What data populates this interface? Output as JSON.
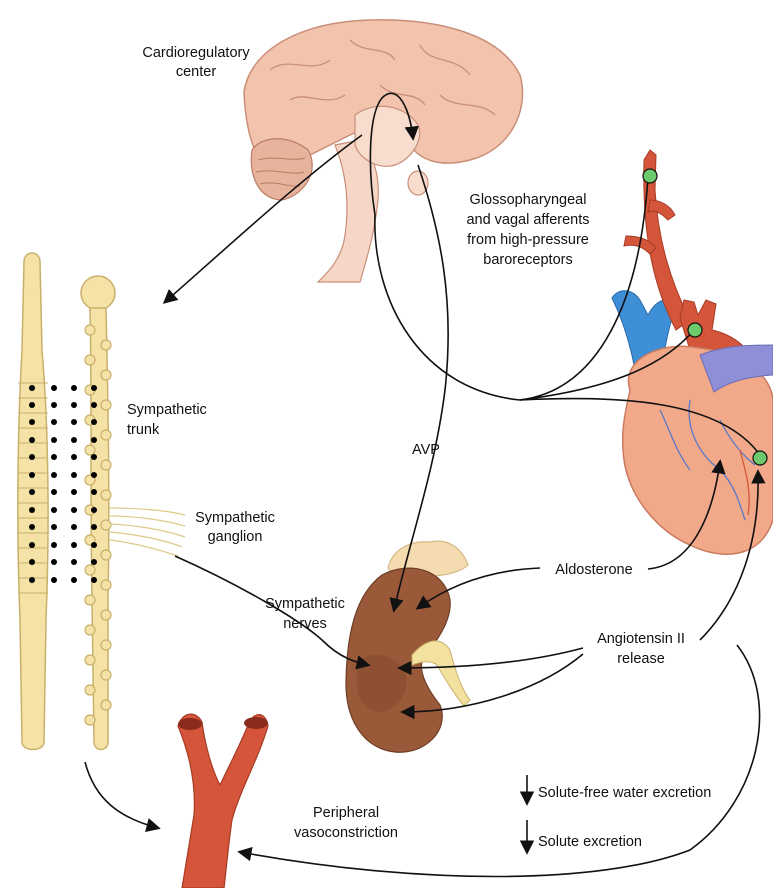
{
  "labels": {
    "cardioregulatory_line1": "Cardioregulatory",
    "cardioregulatory_line2": "center",
    "afferents_line1": "Glossopharyngeal",
    "afferents_line2": "and vagal afferents",
    "afferents_line3": "from high-pressure",
    "afferents_line4": "baroreceptors",
    "sympathetic_trunk_line1": "Sympathetic",
    "sympathetic_trunk_line2": "trunk",
    "sympathetic_ganglion_line1": "Sympathetic",
    "sympathetic_ganglion_line2": "ganglion",
    "avp": "AVP",
    "sympathetic_nerves_line1": "Sympathetic",
    "sympathetic_nerves_line2": "nerves",
    "aldosterone": "Aldosterone",
    "angiotensin_line1": "Angiotensin II",
    "angiotensin_line2": "release",
    "peripheral_line1": "Peripheral",
    "peripheral_line2": "vasoconstriction",
    "solute_free_water": "Solute-free water excretion",
    "solute_excretion": "Solute excretion"
  },
  "colors": {
    "brain": "#f2c4ae",
    "brain_outline": "#c98f78",
    "spinal": "#f4e2a6",
    "spinal_outline": "#c9b06a",
    "artery": "#d4553a",
    "vein": "#3f8fd6",
    "heart": "#f1a98a",
    "kidney": "#9a5a3a",
    "adrenal": "#f5dcb0",
    "baroreceptor": "#6cc96c",
    "arrow": "#111111"
  }
}
